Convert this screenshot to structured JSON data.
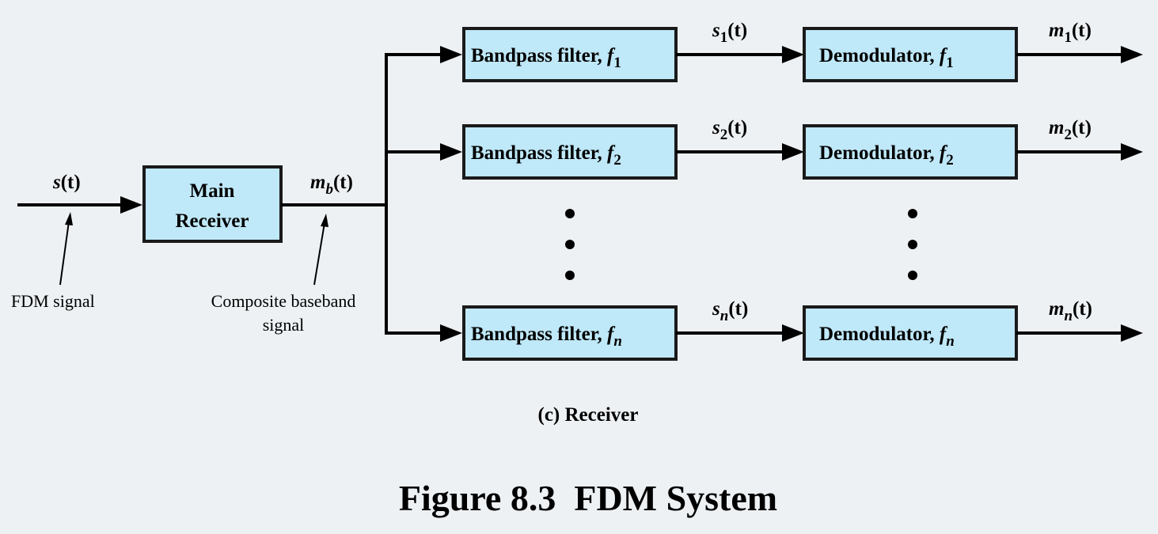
{
  "diagram": {
    "input_signal": {
      "var": "s",
      "arg": "(t)"
    },
    "input_note": "FDM signal",
    "main_receiver": {
      "line1": "Main",
      "line2": "Receiver"
    },
    "composite_signal": {
      "var": "m",
      "sub": "b",
      "arg": "(t)"
    },
    "composite_note": {
      "line1": "Composite baseband",
      "line2": "signal"
    },
    "channels": [
      {
        "filter_label": "Bandpass filter, ",
        "f_var": "f",
        "f_sub": "1",
        "mid_var": "s",
        "mid_sub": "1",
        "mid_arg": "(t)",
        "demod_label": "Demodulator, ",
        "out_var": "m",
        "out_sub": "1",
        "out_arg": "(t)"
      },
      {
        "filter_label": "Bandpass filter, ",
        "f_var": "f",
        "f_sub": "2",
        "mid_var": "s",
        "mid_sub": "2",
        "mid_arg": "(t)",
        "demod_label": "Demodulator, ",
        "out_var": "m",
        "out_sub": "2",
        "out_arg": "(t)"
      },
      {
        "filter_label": "Bandpass filter, ",
        "f_var": "f",
        "f_sub": "n",
        "mid_var": "s",
        "mid_sub": "n",
        "mid_arg": "(t)",
        "demod_label": "Demodulator, ",
        "out_var": "m",
        "out_sub": "n",
        "out_arg": "(t)"
      }
    ],
    "colors": {
      "box_fill": "#bfe8f8",
      "background": "#edf1f4",
      "line": "#000000"
    }
  },
  "caption": "(c) Receiver",
  "figure_title": "Figure 8.3  FDM System"
}
